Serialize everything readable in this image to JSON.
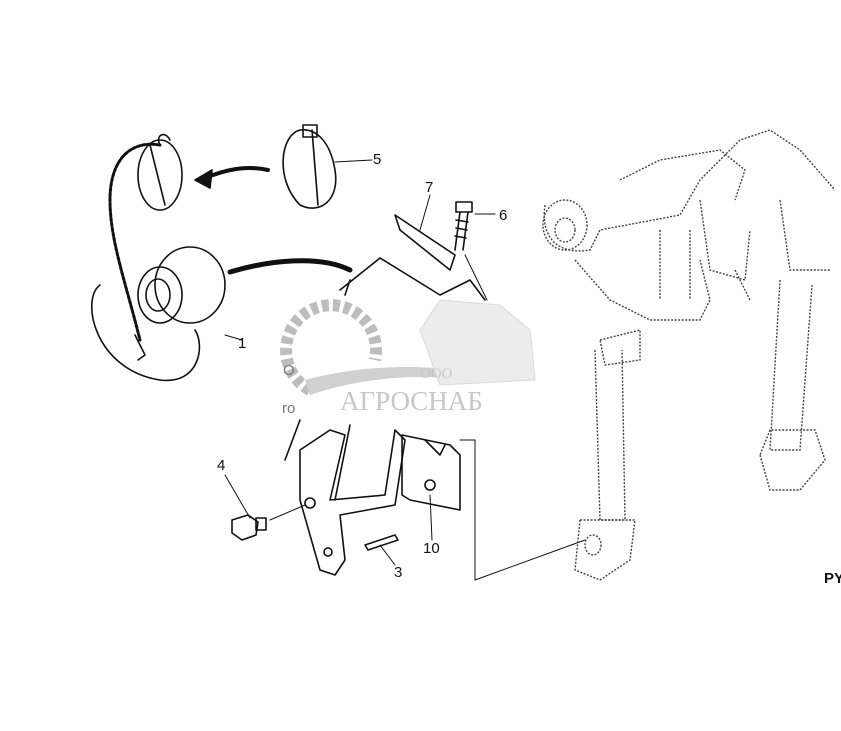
{
  "diagram": {
    "callouts": [
      {
        "id": "callout-1",
        "text": "1"
      },
      {
        "id": "callout-3",
        "text": "3"
      },
      {
        "id": "callout-4",
        "text": "4"
      },
      {
        "id": "callout-5",
        "text": "5"
      },
      {
        "id": "callout-6",
        "text": "6"
      },
      {
        "id": "callout-7",
        "text": "7"
      },
      {
        "id": "callout-10",
        "text": "10"
      }
    ],
    "corner_code": "PY",
    "partial_text": [
      "O",
      "ro"
    ]
  },
  "watermark": {
    "prefix": "ООО",
    "name": "АГРОСНАБ",
    "color": "#9a9a9a"
  }
}
